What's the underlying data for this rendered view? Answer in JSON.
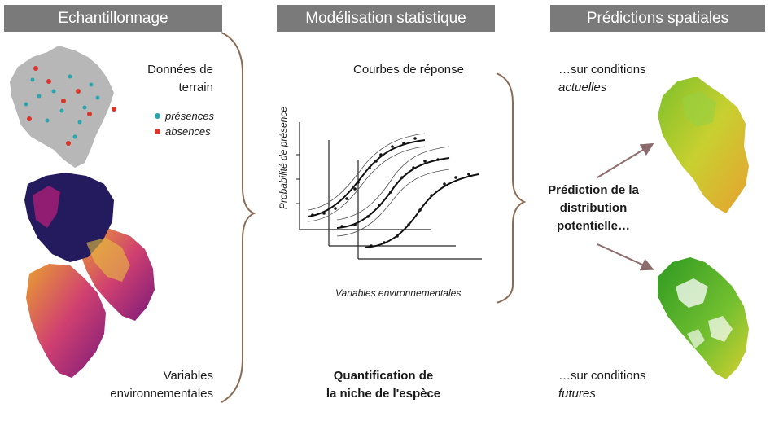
{
  "headers": {
    "sampling": "Echantillonnage",
    "modeling": "Modélisation statistique",
    "predictions": "Prédictions spatiales"
  },
  "sampling": {
    "field_data_line1": "Données de",
    "field_data_line2": "terrain",
    "legend_presences": "présences",
    "legend_absences": "absences",
    "env_vars_line1": "Variables",
    "env_vars_line2": "environnementales"
  },
  "modeling": {
    "response_curves": "Courbes de réponse",
    "y_axis_label": "Probabilité de présence",
    "x_axis_label": "Variables environnementales",
    "niche_line1": "Quantification de",
    "niche_line2": "la niche de l'espèce"
  },
  "predictions": {
    "current_line1": "…sur conditions",
    "current_line2": "actuelles",
    "potential_line1": "Prédiction de la",
    "potential_line2": "distribution",
    "potential_line3": "potentielle…",
    "future_line1": "…sur conditions",
    "future_line2": "futures"
  },
  "colors": {
    "header_bg": "#7a7a7a",
    "presence": "#2ba6b0",
    "absence": "#d9352b",
    "bracket": "#8b6b55",
    "arrow": "#8b6b6b"
  }
}
